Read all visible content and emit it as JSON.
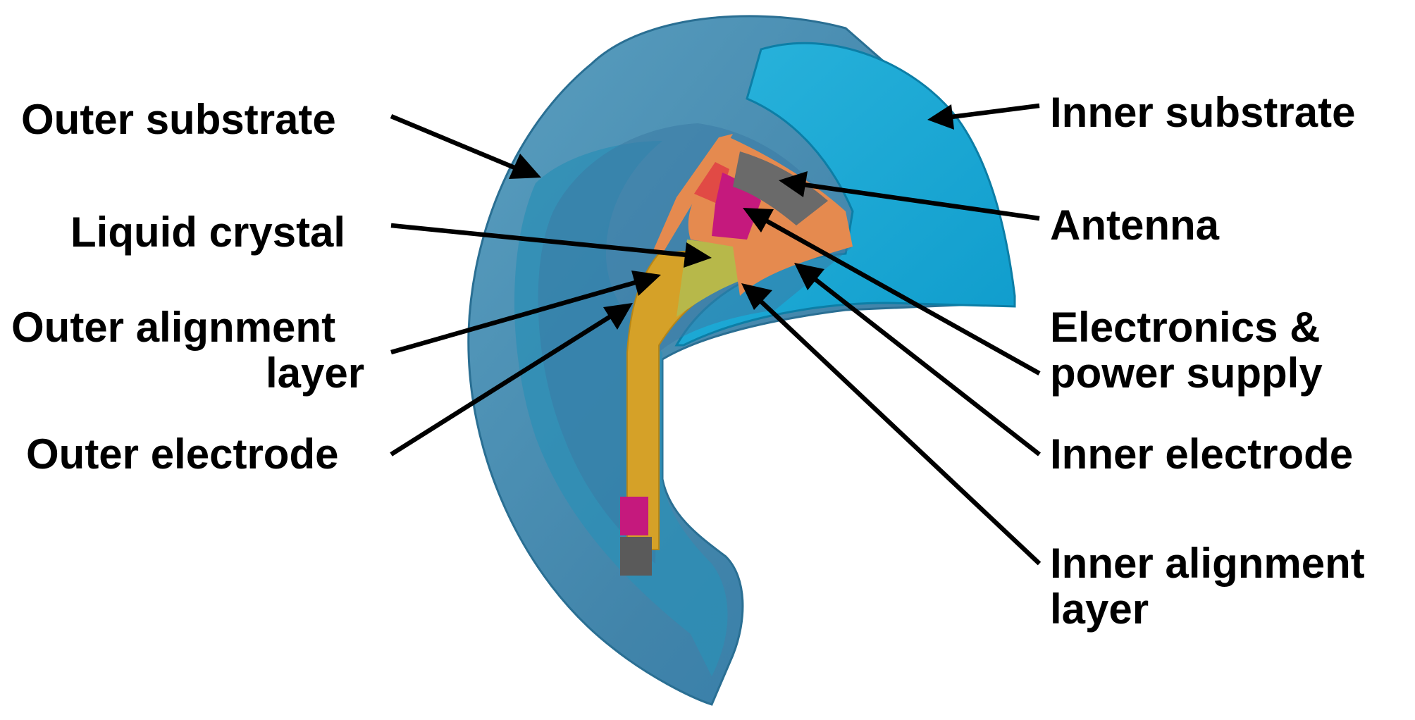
{
  "labels": {
    "outer_substrate": "Outer substrate",
    "liquid_crystal": "Liquid crystal",
    "outer_alignment_line1": "Outer alignment",
    "outer_alignment_line2": "layer",
    "outer_electrode": "Outer electrode",
    "inner_substrate": "Inner substrate",
    "antenna": "Antenna",
    "electronics_line1": "Electronics &",
    "electronics_line2": "power supply",
    "inner_electrode": "Inner electrode",
    "inner_alignment_line1": "Inner alignment",
    "inner_alignment_line2": "layer"
  },
  "colors": {
    "outer_substrate": "#4a8fb0",
    "inner_substrate": "#19a9d3",
    "inner_substrate_dark": "#1593bb",
    "liquid_crystal": "#b7b84a",
    "electrode": "#e58a4f",
    "alignment_layer": "#d5a128",
    "antenna": "#6a6a6a",
    "electronics": "#c5197d",
    "electronics_red": "#e14a45",
    "labels": "#000000"
  }
}
